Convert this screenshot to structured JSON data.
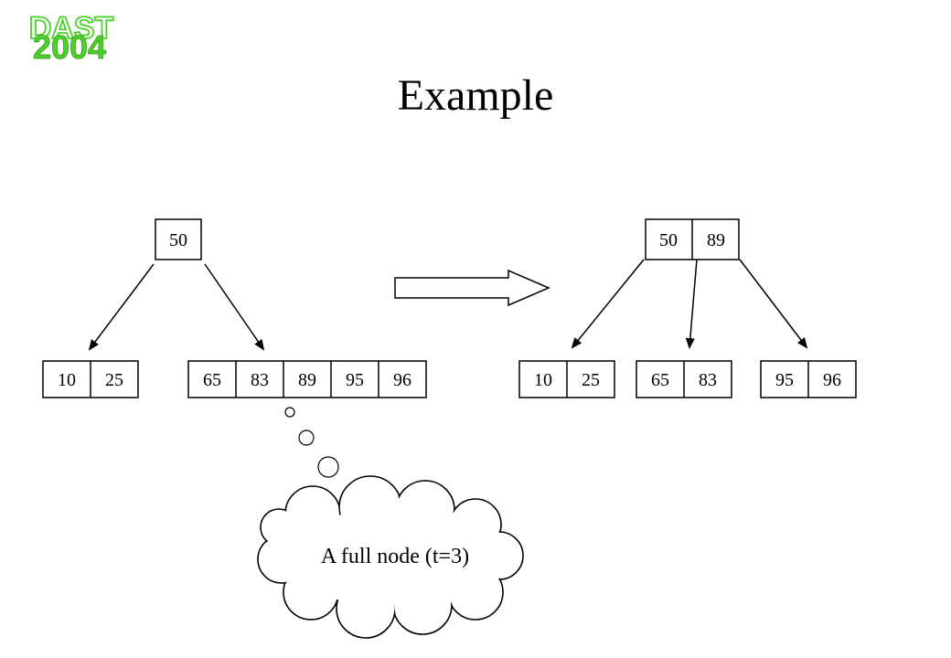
{
  "logo": {
    "top": "DAST",
    "bottom": "2004",
    "color": "#4CD12A"
  },
  "title": "Example",
  "before": {
    "root": [
      "50"
    ],
    "left_child": [
      "10",
      "25"
    ],
    "right_child": [
      "65",
      "83",
      "89",
      "95",
      "96"
    ]
  },
  "after": {
    "root": [
      "50",
      "89"
    ],
    "left_child": [
      "10",
      "25"
    ],
    "middle_child": [
      "65",
      "83"
    ],
    "right_child": [
      "95",
      "96"
    ]
  },
  "callout": "A full node (t=3)"
}
